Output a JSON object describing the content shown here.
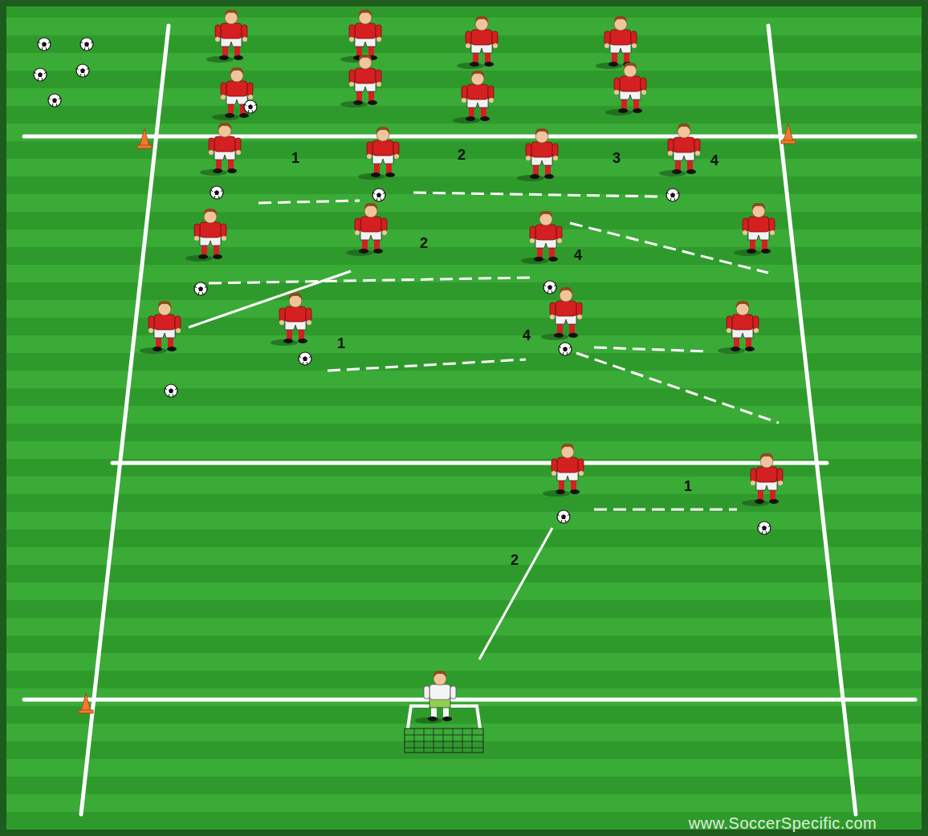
{
  "diagram": {
    "labels": [
      "1",
      "2",
      "3",
      "4",
      "2",
      "4",
      "1",
      "4",
      "1",
      "2",
      "www.SoccerSpecific.com"
    ]
  }
}
